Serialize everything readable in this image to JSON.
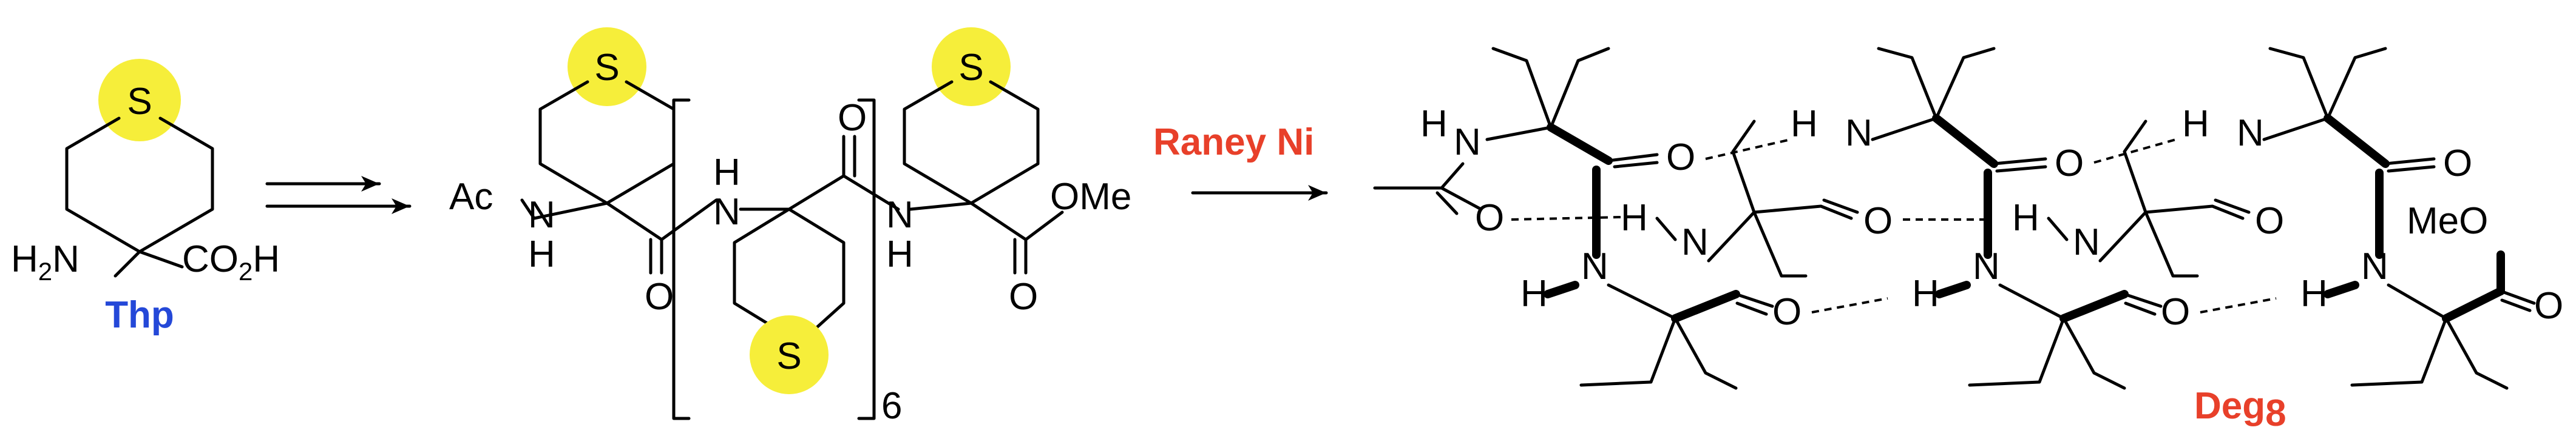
{
  "colors": {
    "highlight": "#f6ee3a",
    "thp_label": "#2448d8",
    "reagent_label": "#e8402a",
    "product_label": "#e8402a"
  },
  "thp": {
    "sulfur": "S",
    "amine": "H",
    "amine_sub": "2",
    "amine_tail": "N",
    "acid_head": "CO",
    "acid_sub": "2",
    "acid_tail": "H",
    "label": "Thp"
  },
  "peptide": {
    "acetyl": "Ac",
    "nh": "N",
    "h": "H",
    "oxygen": "O",
    "sulfur": "S",
    "repeat": "6",
    "ester": "OMe"
  },
  "reagent": {
    "label": "Raney Ni"
  },
  "deg": {
    "label": "Deg",
    "label_sub": "8",
    "n": "N",
    "h": "H",
    "o": "O",
    "meo": "MeO"
  }
}
